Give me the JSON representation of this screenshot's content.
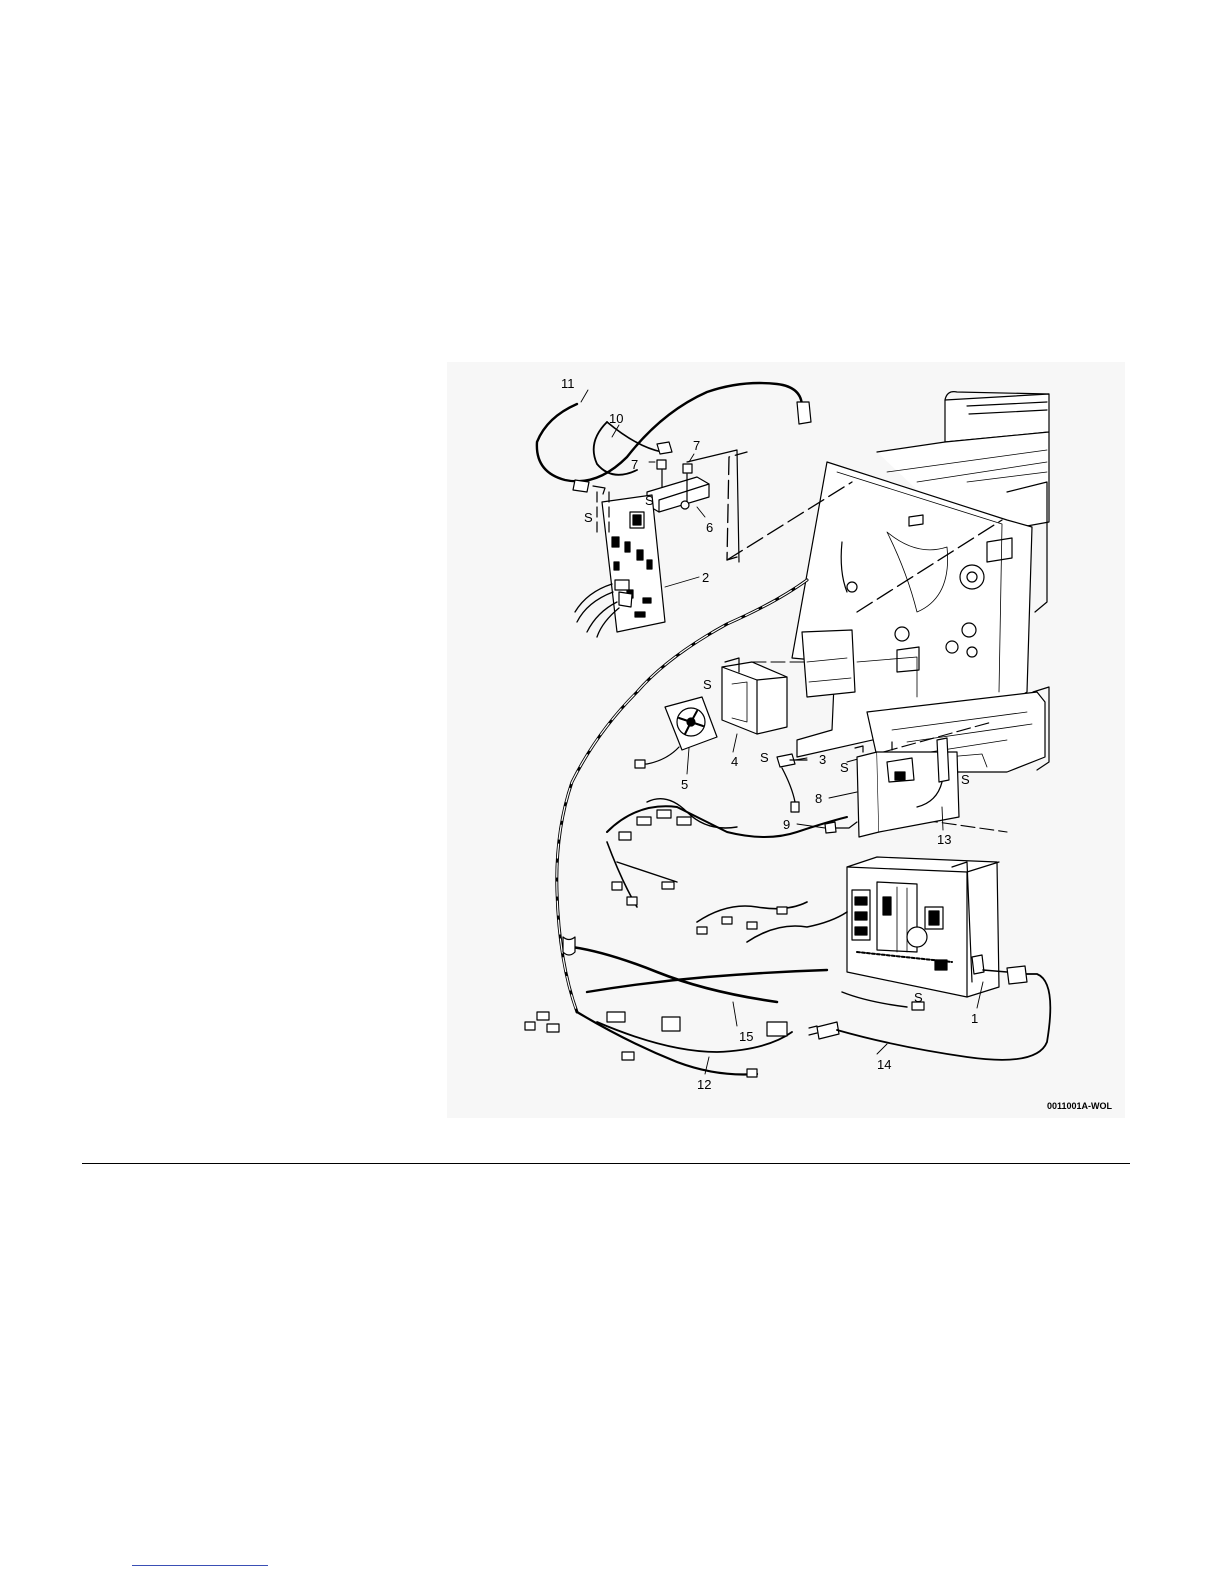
{
  "figure": {
    "id": "0011001A-WOL",
    "callouts": {
      "c1": "1",
      "c2": "2",
      "c3": "3",
      "c4": "4",
      "c5": "5",
      "c6": "6",
      "c7a": "7",
      "c7b": "7",
      "c8": "8",
      "c9": "9",
      "c10": "10",
      "c11": "11",
      "c12": "12",
      "c13": "13",
      "c14": "14",
      "c15": "15"
    },
    "screw_marker": "S"
  }
}
